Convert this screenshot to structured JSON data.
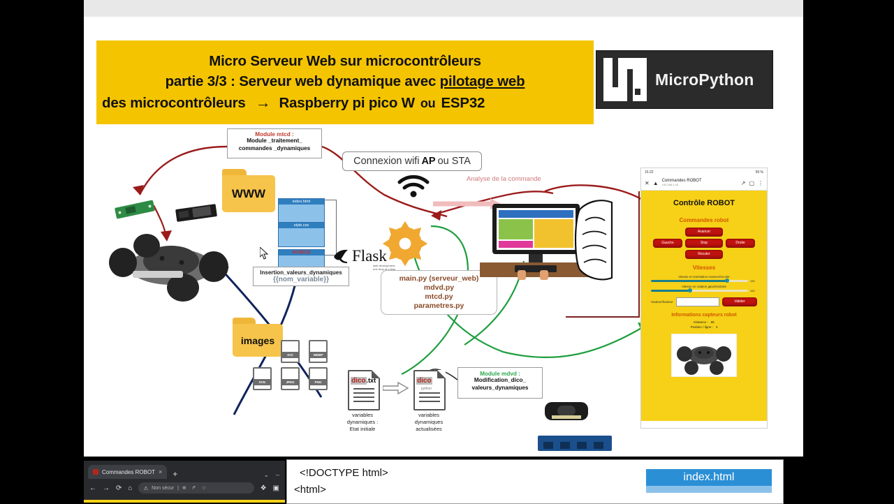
{
  "title_banner": {
    "line1": "Micro Serveur Web sur microcontrôleurs",
    "line2_a": "partie 3/3 : Serveur web dynamique avec ",
    "line2_b": "pilotage web",
    "line3_a": "des microcontrôleurs",
    "line3_arrow": "→",
    "line3_b": "Raspberry pi pico W",
    "line3_ou": "ou",
    "line3_c": "ESP32",
    "bg_color": "#f5c400"
  },
  "logo": {
    "name": "MicroPython",
    "bg_color": "#2b2b2b"
  },
  "annotations": {
    "mtcd": {
      "header": "Module mtcd :",
      "line1": "Module _traitement_",
      "line2": "commandes _dynamiques",
      "header_color": "#c0392b"
    },
    "mdvd": {
      "header": "Module mdvd :",
      "line1": "Modification_dico_",
      "line2": "valeurs_dynamiques",
      "header_color": "#2ea84f"
    },
    "insertion": {
      "line1": "Insertion_valeurs_dynamiques",
      "line2": "{{nom_variable}}"
    },
    "wifi": {
      "prefix": "Connexion wifi ",
      "bold": "AP",
      "suffix": " ou STA"
    },
    "analyse": "Analyse de la commande"
  },
  "folders": {
    "www": "WWW",
    "images": "images"
  },
  "web_files": [
    {
      "name": "index.html",
      "accent": "#ffffff"
    },
    {
      "name": "style.css",
      "accent": "#ffffff"
    },
    {
      "name": "script.js",
      "accent": "#cf2b2b"
    }
  ],
  "flask": {
    "label": "Flask",
    "tagline_1": "web development,",
    "tagline_2": "one drop at a time"
  },
  "server_files": {
    "line1": "main.py (serveur_web)",
    "line2": "mdvd.py",
    "line3": "mtcd.py",
    "line4": "parametres.py",
    "color": "#8a4b2a"
  },
  "image_types": [
    "ICO",
    "WEBP",
    "SVG",
    "JPEG",
    "PNG"
  ],
  "dico": {
    "left": {
      "tag": "dico",
      "ext": ".txt",
      "caption_1": "variables",
      "caption_2": "dynamiques :",
      "caption_3": "Etat initiale"
    },
    "right": {
      "tag": "dico",
      "ext": "python",
      "caption_1": "variables",
      "caption_2": "dynamiques",
      "caption_3": "actualisées"
    }
  },
  "phone_ui": {
    "status_time": "15:22",
    "status_right": "59 %",
    "tab_title": "Commandes ROBOT",
    "tab_url": "192.168.1.43",
    "page_title": "Contrôle ROBOT",
    "section_commands": "Commandes robot",
    "buttons": {
      "forward": "Avancer",
      "left": "Gauche",
      "stop": "Stop",
      "right": "Droite",
      "back": "Reculer"
    },
    "section_speeds": "Vitesses",
    "sliders": [
      {
        "label": "Vitesse en translation Avancer/reculer",
        "value": "190"
      },
      {
        "label": "Vitesse en rotation gauche/droite",
        "value": "160"
      }
    ],
    "input": {
      "label": "Hauteur/hauteur",
      "value": "",
      "button": "Valider"
    },
    "section_info": "Informations capteurs robot",
    "sensors": [
      {
        "label": "Distance :",
        "value": "85"
      },
      {
        "label": "Position / ligne :",
        "value": "3"
      }
    ],
    "bg_color": "#f6d117",
    "btn_color": "#c0130f",
    "accent_color": "#d35400"
  },
  "browser": {
    "tab_title": "Commandes ROBOT",
    "tab_close": "×",
    "new_tab": "+",
    "back": "←",
    "forward": "→",
    "reload": "⟳",
    "home": "⌂",
    "security_warning": "Non sécur",
    "security_sep": "|",
    "zoom": "⊕",
    "share": "↱",
    "bookmark": "☆",
    "extensions": "❖",
    "sidebar": "▣",
    "minimize": "–",
    "chevron": "⌄"
  },
  "code_panel": {
    "line1": "<!DOCTYPE html>",
    "line2": "<html>",
    "file_tag": "index.html",
    "tag_color": "#2b8fd6"
  }
}
